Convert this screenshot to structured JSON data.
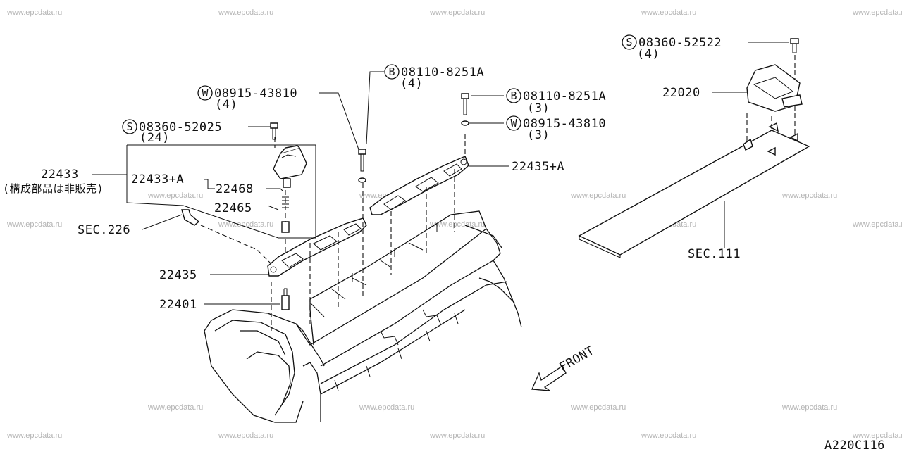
{
  "watermarks": [
    "www.epcdata.ru"
  ],
  "diagram_code": "A220C116",
  "front_label": "FRONT",
  "parts": {
    "screw_coil": {
      "prefix": "S",
      "number": "08360-52025",
      "qty": "(24)"
    },
    "washer_left": {
      "prefix": "W",
      "number": "08915-43810",
      "qty": "(4)"
    },
    "bolt_left": {
      "prefix": "B",
      "number": "08110-8251A",
      "qty": "(4)"
    },
    "bolt_right": {
      "prefix": "B",
      "number": "08110-8251A",
      "qty": "(3)"
    },
    "washer_right": {
      "prefix": "W",
      "number": "08915-43810",
      "qty": "(3)"
    },
    "screw_module": {
      "prefix": "S",
      "number": "08360-52522",
      "qty": "(4)"
    },
    "module": "22020",
    "coil_assy": "22433",
    "coil_note": "(構成部品は非販売)",
    "coil_sub": "22433+A",
    "spring": "22468",
    "boot": "22465",
    "sec226": "SEC.226",
    "plate_right": "22435+A",
    "plate_left": "22435",
    "plug": "22401",
    "sec111": "SEC.111"
  }
}
